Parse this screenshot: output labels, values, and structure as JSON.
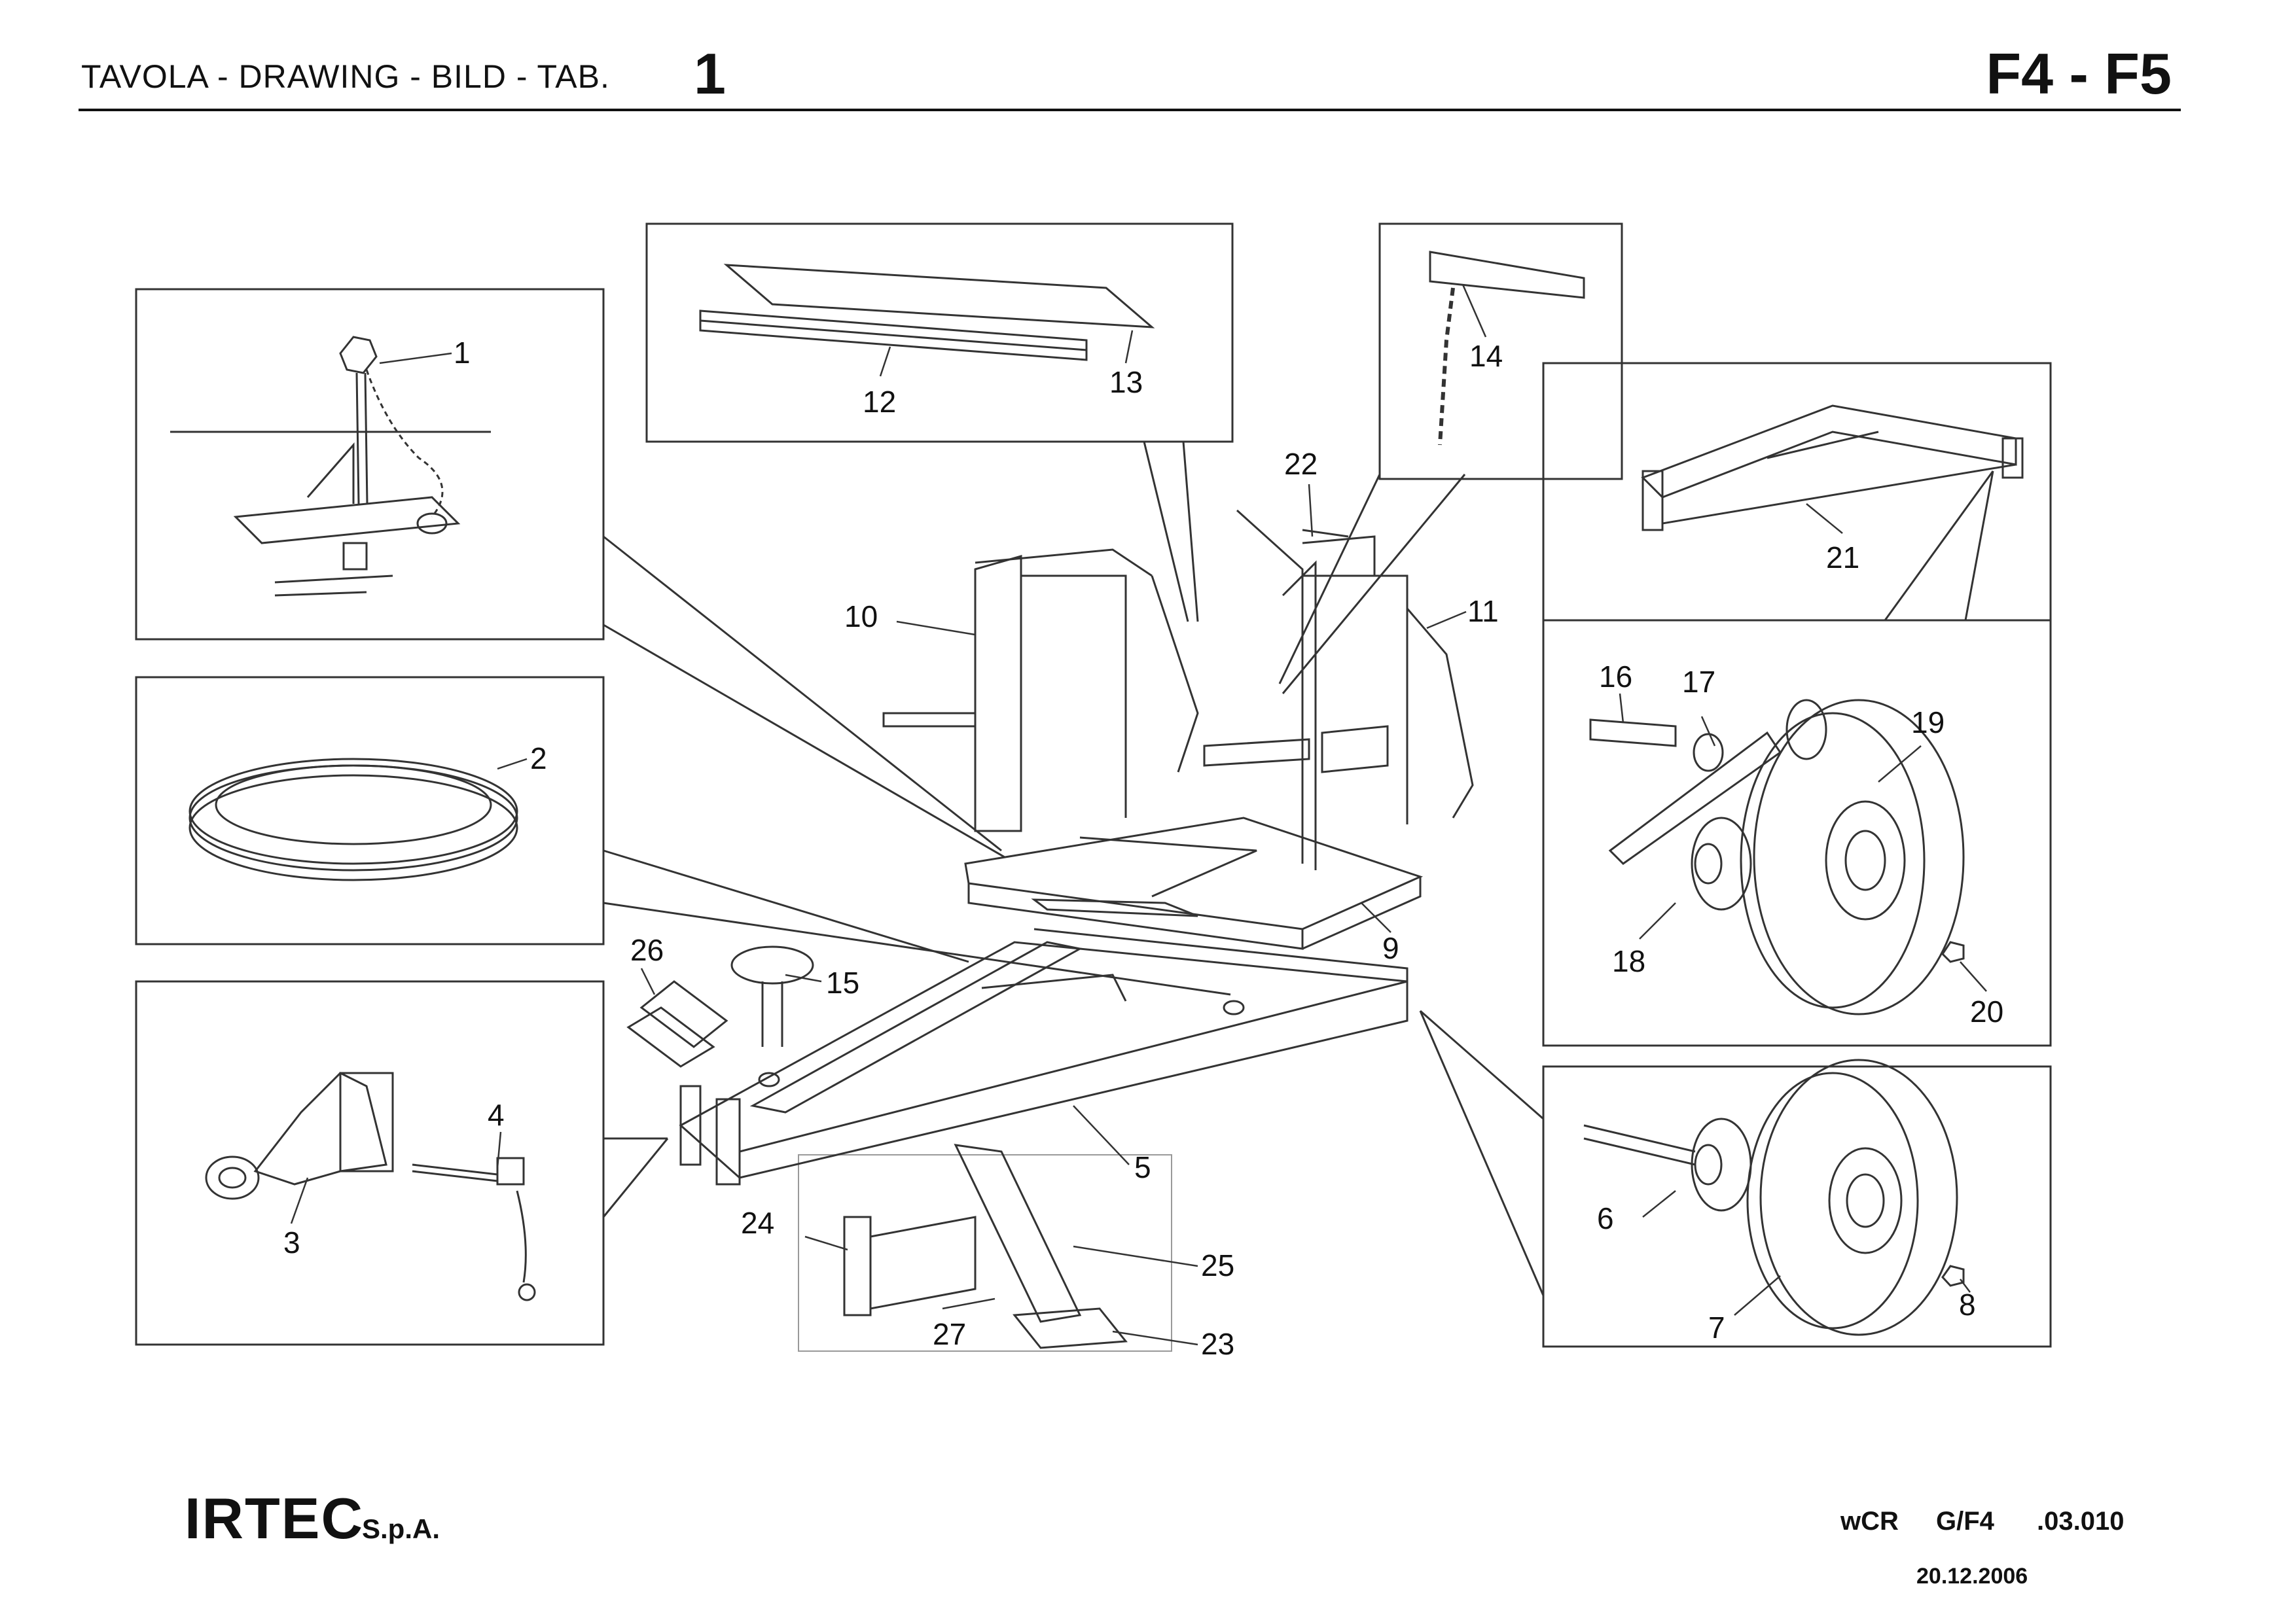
{
  "header": {
    "title": "TAVOLA - DRAWING - BILD - TAB.",
    "table_number": "1",
    "models": "F4 - F5"
  },
  "footer": {
    "company": "IRTEC",
    "company_suffix": "S.p.A.",
    "code_prefix": "wCR",
    "code_group": "G/F4",
    "code_number": ".03.010",
    "date": "20.12.2006"
  },
  "part_labels": [
    "1",
    "2",
    "3",
    "4",
    "5",
    "6",
    "7",
    "8",
    "9",
    "10",
    "11",
    "12",
    "13",
    "14",
    "15",
    "16",
    "17",
    "18",
    "19",
    "20",
    "21",
    "22",
    "23",
    "24",
    "25",
    "26",
    "27"
  ],
  "colors": {
    "ink": "#111111",
    "frame": "#333333",
    "background": "#ffffff"
  }
}
